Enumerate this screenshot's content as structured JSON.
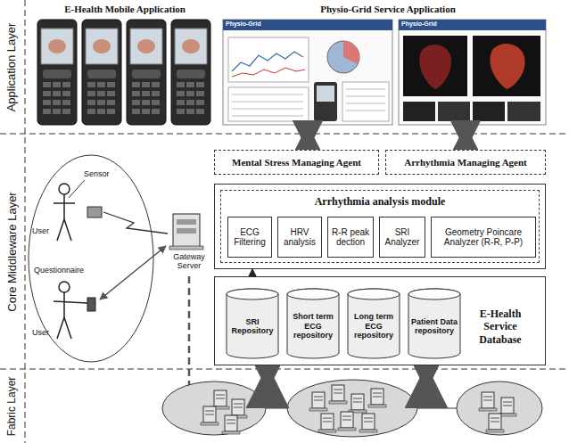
{
  "diagram": {
    "nodes": [
      {
        "text": [
          "Mental Stress Managing Agent"
        ]
      },
      {
        "text": [
          "Arrhythmia Managing Agent"
        ]
      },
      {
        "text": [
          "Arrhythmia analysis module"
        ]
      },
      {
        "text": [
          "ECG Filtering"
        ],
        "in": 2
      },
      {
        "text": [
          "HRV analysis"
        ],
        "in": 2
      },
      {
        "text": [
          "R-R peak dection"
        ],
        "in": 2
      },
      {
        "text": [
          "SRI Analyzer"
        ],
        "in": 2
      },
      {
        "text": [
          "Geometry Poincare Analyzer (R-R, P-P)"
        ],
        "in": 2
      },
      {
        "text": [
          "E-Health Service Database"
        ]
      },
      {
        "text": [
          "SRI Repository"
        ],
        "in": 8
      },
      {
        "text": [
          "Short term ECG repository"
        ],
        "in": 8
      },
      {
        "text": [
          "Long term ECG repository"
        ],
        "in": 8
      },
      {
        "text": [
          "Patient Data repository"
        ],
        "in": 8
      }
    ],
    "edges": [
      {
        "from": 9,
        "to": 2,
        "arrow": "to"
      }
    ],
    "labels": [
      "E-Health Mobile Application",
      "Physio-Grid Service Application",
      "Application Layer",
      "Core Middleware Layer",
      "Fabric Layer",
      "Sensor",
      "User",
      "Questionnaire",
      "User",
      "Gateway Server",
      "Physio-Grid",
      "Physio-Grid"
    ]
  }
}
